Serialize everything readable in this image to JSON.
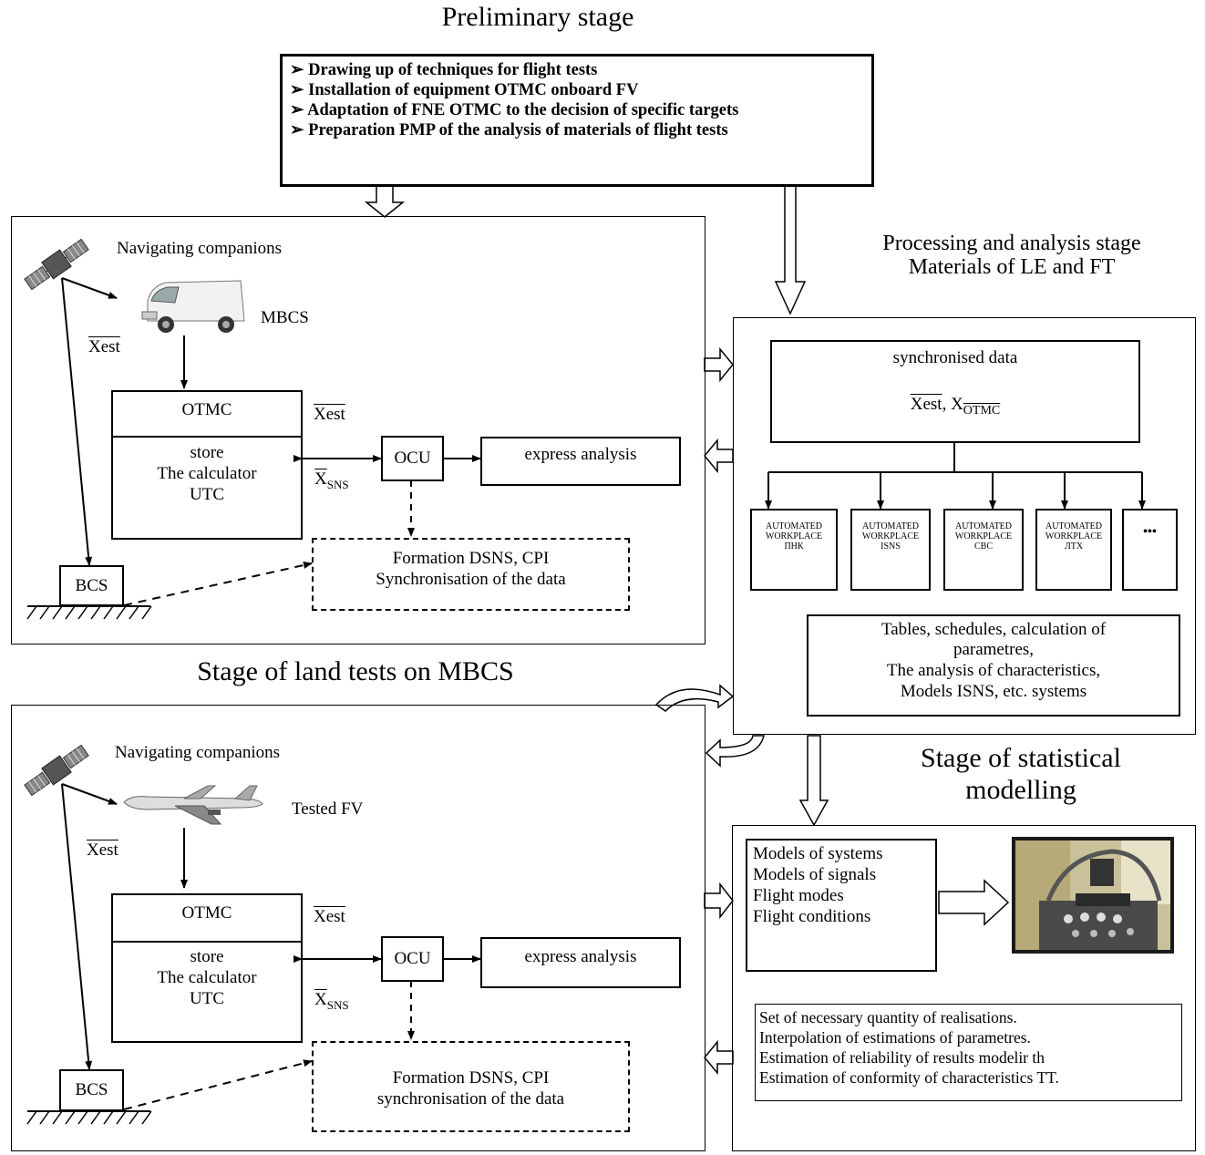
{
  "titles": {
    "preliminary": "Preliminary stage",
    "processing_line1": "Processing and analysis stage",
    "processing_line2": "Materials of LE and FT",
    "land": "Stage of land tests on MBCS",
    "statistical_line1": "Stage of statistical",
    "statistical_line2": "modelling"
  },
  "preliminary_items": [
    "Drawing up of techniques for flight tests",
    "Installation of equipment OTMC onboard FV",
    "Adaptation of FNE OTMC to the decision of specific targets",
    "Preparation PMP of the analysis of materials of flight tests"
  ],
  "bullet": "➢",
  "land_panel": {
    "satellites": "Navigating companions",
    "vehicle": "MBCS",
    "xest": "Xest",
    "otmc": "OTMC",
    "store_lines": [
      "store",
      "The calculator",
      "UTC"
    ],
    "xest2": "Xest",
    "xsns_base": "X",
    "xsns_sub": "SNS",
    "ocu": "OCU",
    "express": "express analysis",
    "formation_lines": [
      "Formation DSNS, CPI",
      "Synchronisation of the data"
    ],
    "bcs": "BCS"
  },
  "flight_panel": {
    "satellites": "Navigating companions",
    "vehicle": "Tested FV",
    "xest": "Xest",
    "otmc": "OTMC",
    "store_lines": [
      "store",
      "The calculator",
      "UTC"
    ],
    "xest2": "Xest",
    "xsns_base": "X",
    "xsns_sub": "SNS",
    "ocu": "OCU",
    "express": "express analysis",
    "formation_lines": [
      "Formation DSNS, CPI",
      "synchronisation of the data"
    ],
    "bcs": "BCS"
  },
  "processing_panel": {
    "sync_title": "synchronised data",
    "sync_xest": "Xest",
    "sync_sep": ", X",
    "sync_sub": "OTMC",
    "workplaces": [
      {
        "line1": "AUTOMATED",
        "line2": "WORKPLACE",
        "line3": "ПНК"
      },
      {
        "line1": "AUTOMATED",
        "line2": "WORKPLACE",
        "line3": "ISNS"
      },
      {
        "line1": "AUTOMATED",
        "line2": "WORKPLACE",
        "line3": "CBC"
      },
      {
        "line1": "AUTOMATED",
        "line2": "WORKPLACE",
        "line3": "ЛТХ"
      }
    ],
    "ellipsis": "•••",
    "tables_lines": [
      "Tables, schedules, calculation of",
      "parametres,",
      "The analysis of characteristics,",
      "Models ISNS, etc. systems"
    ]
  },
  "modelling_panel": {
    "models_lines": [
      "Models of systems",
      "Models of signals",
      "Flight modes",
      "Flight conditions"
    ],
    "results_lines": [
      "Set of necessary  quantity of realisations.",
      "Interpolation of estimations of parametres.",
      "Estimation of reliability of results modelir th",
      "Estimation of conformity of characteristics TT."
    ]
  }
}
